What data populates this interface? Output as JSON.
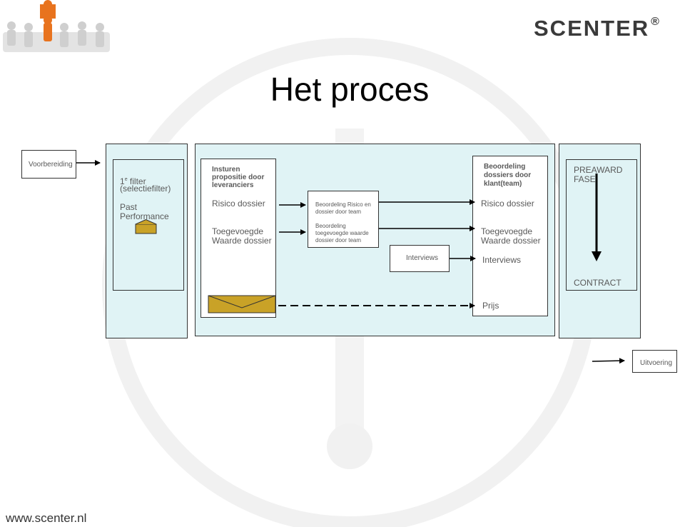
{
  "title": "Het proces",
  "brand": {
    "logo_text": "SCENTER",
    "registered": "®",
    "footer_url": "www.scenter.nl"
  },
  "flow": {
    "voorbereiding": "Voorbereiding",
    "filter": {
      "line1_num": "1",
      "line1_sup": "e",
      "line1_text": " filter",
      "line2": "(selectiefilter)",
      "past1": "Past",
      "past2": "Performance"
    },
    "insturen": {
      "heading1": "Insturen",
      "heading2": "propositie door",
      "heading3": "leveranciers",
      "risico": "Risico dossier",
      "toeg1": "Toegevoegde",
      "toeg2": "Waarde dossier"
    },
    "beoordeling_team": {
      "risico1": "Beoordeling Risico en",
      "risico2": "dossier door team",
      "waarde1": "Beoordeling",
      "waarde2": "toegevoegde waarde",
      "waarde3": "dossier door team"
    },
    "interviews_box": "Interviews",
    "klant": {
      "heading1": "Beoordeling",
      "heading2": "dossiers door",
      "heading3": "klant(team)",
      "risico": "Risico dossier",
      "toeg1": "Toegevoegde",
      "toeg2": "Waarde dossier",
      "interviews": "Interviews",
      "prijs": "Prijs"
    },
    "preaward": {
      "line1": "PREAWARD",
      "line2": "FASE",
      "contract": "CONTRACT"
    },
    "uitvoering": "Uitvoering"
  },
  "colors": {
    "panel_fill": "#e0f3f5",
    "panel_border": "#333333",
    "envelope": "#c9a227",
    "logo": "#3a3a3a",
    "orange": "#e8731e"
  }
}
